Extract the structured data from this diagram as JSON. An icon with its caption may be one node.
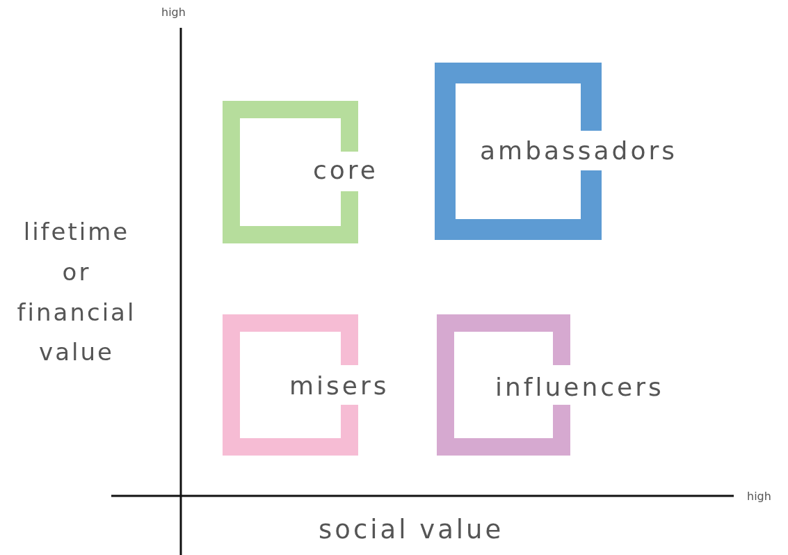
{
  "diagram": {
    "nodes": [
      {
        "text": [
          "core"
        ]
      },
      {
        "text": [
          "ambassadors"
        ]
      },
      {
        "text": [
          "misers"
        ]
      },
      {
        "text": [
          "influencers"
        ]
      }
    ],
    "labels": [
      "high",
      "lifetime or financial value",
      "high",
      "social value"
    ]
  }
}
